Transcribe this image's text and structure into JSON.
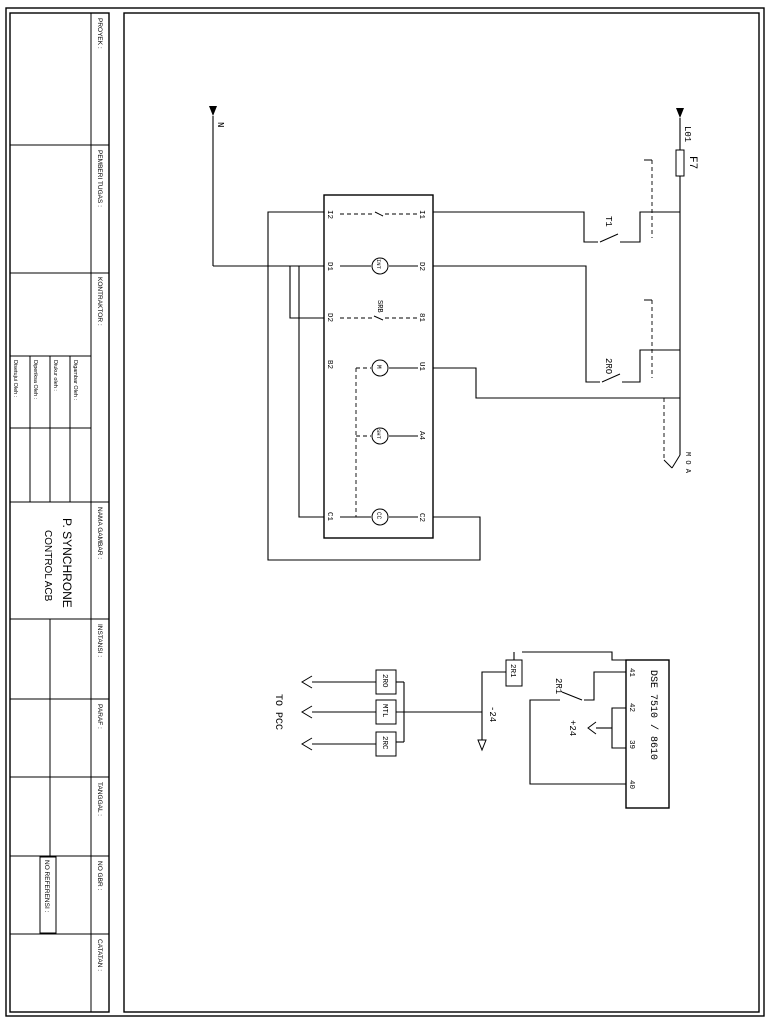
{
  "title_block": {
    "labels": {
      "proyek": "PROYEK :",
      "pemberi_tugas": "PEMBERI TUGAS :",
      "kontraktor": "KONTRAKTOR :",
      "digambar": "Digambar Oleh :",
      "diukur": "Diukur oleh :",
      "diperiksa": "Diperiksa Oleh :",
      "disetujui": "Disetujui Oleh :",
      "nama_gambar": "NAMA GAMBAR :",
      "instansi": "INSTANSI :",
      "paraf": "PARAF :",
      "tanggal": "TANGGAL :",
      "no_gbr": "NO GBR :",
      "catatan": "CATATAN :",
      "no_referensi": "NO REFERENSI :"
    },
    "drawing_name_line1": "P. SYNCHRONE",
    "drawing_name_line2": "CONTROL ACB"
  },
  "schematic": {
    "acb": {
      "left_terminals": [
        "I2",
        "D1",
        "D2",
        "B2",
        "C1"
      ],
      "right_terminals": [
        "I1",
        "D2",
        "81",
        "U1",
        "A4",
        "C2"
      ],
      "coils": [
        "INT",
        "M",
        "SHT",
        "CC"
      ],
      "srb": "SRB"
    },
    "supply_n": "N",
    "supply_l": "L01",
    "fuse": "F7",
    "contact_t1": "T1",
    "contact_2ro": "2RO",
    "selector": "M O A",
    "relay_2r1": "2R1",
    "contact_2r1": "2R1",
    "minus24": "-24",
    "plus24": "+24",
    "dse_label": "DSE 7510 / 8610",
    "dse_pins": [
      "41",
      "42",
      "39",
      "40"
    ],
    "pcc_coils": [
      "2RO",
      "MTL",
      "2RC"
    ],
    "to_pcc": "TO PCC"
  }
}
